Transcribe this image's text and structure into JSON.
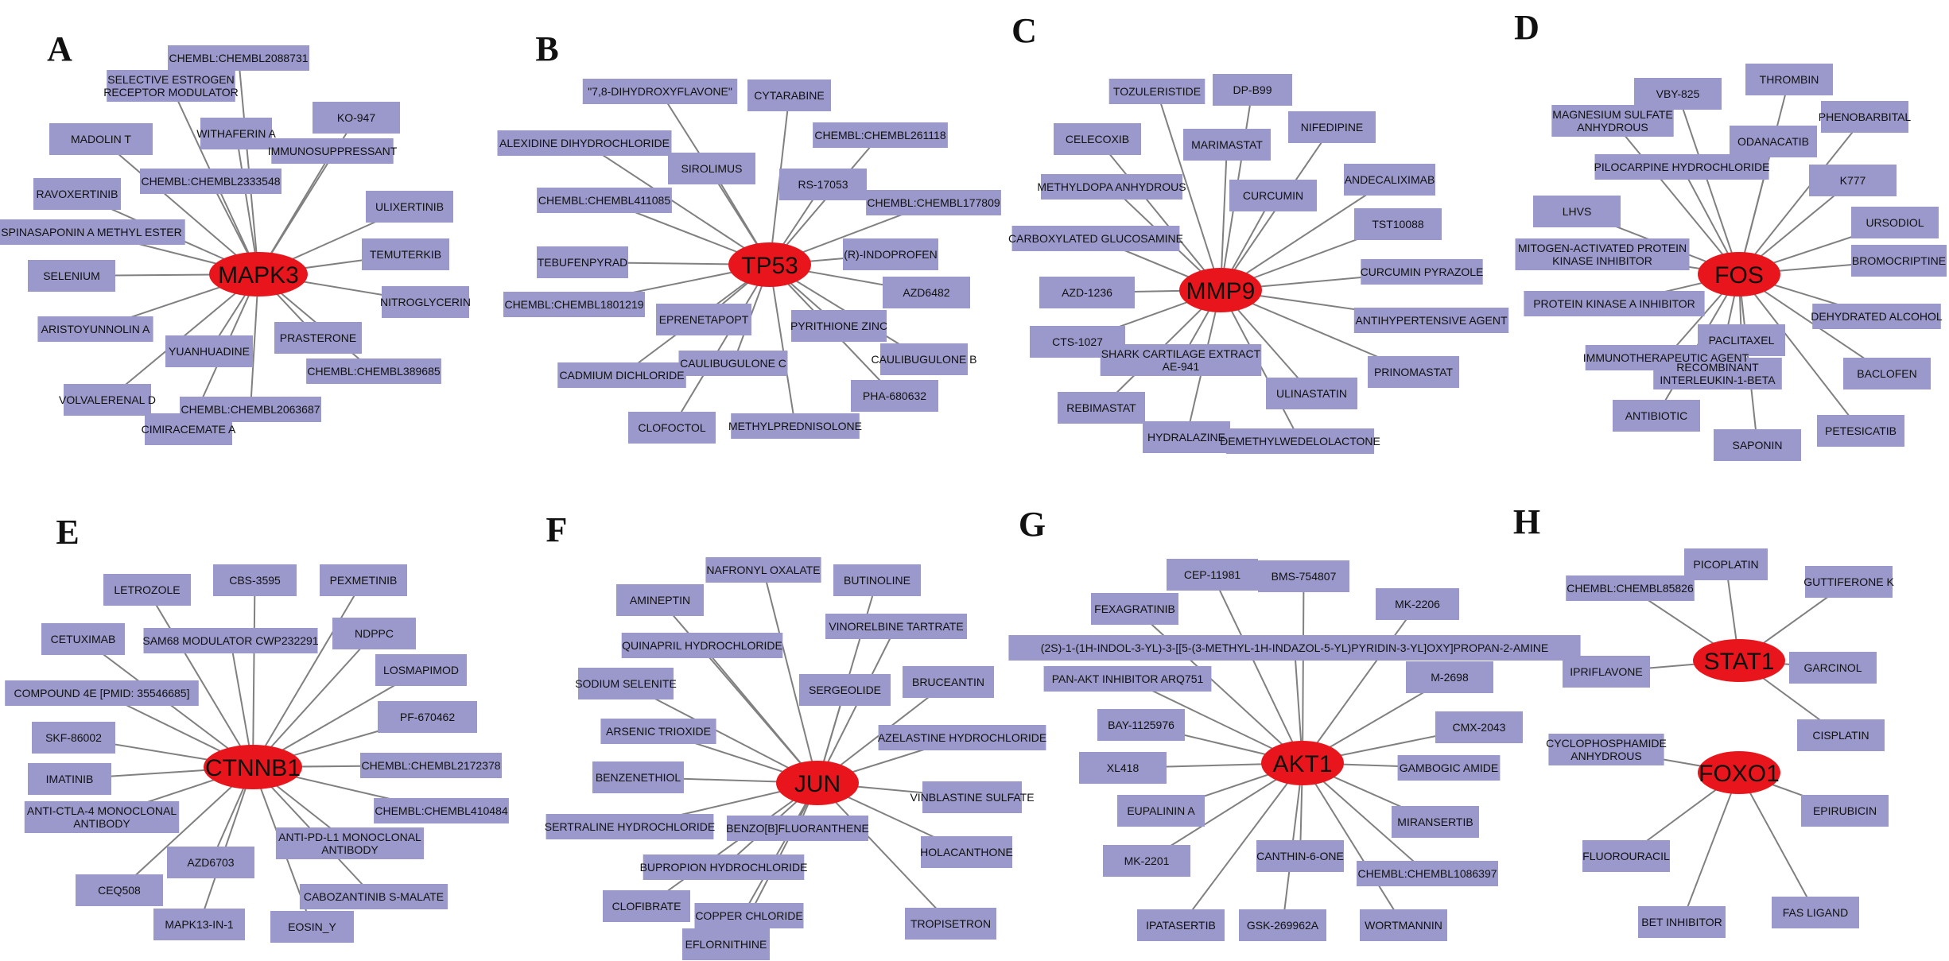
{
  "colors": {
    "drug_fill": "#9b99cb",
    "hub_fill": "#e8161c",
    "edge": "#808080",
    "text": "#111111"
  },
  "panels": [
    {
      "letter": "A",
      "hub": "MAPK3",
      "drugs": [
        [
          "CHEMBL:CHEMBL2088731"
        ],
        [
          "SELECTIVE ESTROGEN",
          "RECEPTOR MODULATOR"
        ],
        [
          "WITHAFERIN A"
        ],
        [
          "KO-947"
        ],
        [
          "MADOLIN T"
        ],
        [
          "IMMUNOSUPPRESSANT"
        ],
        [
          "RAVOXERTINIB"
        ],
        [
          "CHEMBL:CHEMBL2333548"
        ],
        [
          "ULIXERTINIB"
        ],
        [
          "SPINASAPONIN A METHYL ESTER"
        ],
        [
          "TEMUTERKIB"
        ],
        [
          "SELENIUM"
        ],
        [
          "NITROGLYCERIN"
        ],
        [
          "ARISTOYUNNOLIN A"
        ],
        [
          "PRASTERONE"
        ],
        [
          "YUANHUADINE"
        ],
        [
          "CHEMBL:CHEMBL389685"
        ],
        [
          "VOLVALERENAL D"
        ],
        [
          "CHEMBL:CHEMBL2063687"
        ],
        [
          "CIMIRACEMATE A"
        ]
      ]
    },
    {
      "letter": "B",
      "hub": "TP53",
      "drugs": [
        [
          "\"7,8-DIHYDROXYFLAVONE\""
        ],
        [
          "CYTARABINE"
        ],
        [
          "ALEXIDINE DIHYDROCHLORIDE"
        ],
        [
          "CHEMBL:CHEMBL261118"
        ],
        [
          "SIROLIMUS"
        ],
        [
          "RS-17053"
        ],
        [
          "CHEMBL:CHEMBL411085"
        ],
        [
          "CHEMBL:CHEMBL177809"
        ],
        [
          "TEBUFENPYRAD"
        ],
        [
          "(R)-INDOPROFEN"
        ],
        [
          "AZD6482"
        ],
        [
          "CHEMBL:CHEMBL1801219"
        ],
        [
          "EPRENETAPOPT"
        ],
        [
          "PYRITHIONE ZINC"
        ],
        [
          "CAULIBUGULONE B"
        ],
        [
          "CAULIBUGULONE C"
        ],
        [
          "CADMIUM DICHLORIDE"
        ],
        [
          "PHA-680632"
        ],
        [
          "CLOFOCTOL"
        ],
        [
          "METHYLPREDNISOLONE"
        ]
      ]
    },
    {
      "letter": "C",
      "hub": "MMP9",
      "drugs": [
        [
          "DP-B99"
        ],
        [
          "TOZULERISTIDE"
        ],
        [
          "NIFEDIPINE"
        ],
        [
          "CELECOXIB"
        ],
        [
          "MARIMASTAT"
        ],
        [
          "ANDECALIXIMAB"
        ],
        [
          "METHYLDOPA ANHYDROUS"
        ],
        [
          "CURCUMIN"
        ],
        [
          "TST10088"
        ],
        [
          "CARBOXYLATED GLUCOSAMINE"
        ],
        [
          "CURCUMIN PYRAZOLE"
        ],
        [
          "AZD-1236"
        ],
        [
          "ANTIHYPERTENSIVE AGENT"
        ],
        [
          "CTS-1027"
        ],
        [
          "SHARK CARTILAGE EXTRACT",
          "AE-941"
        ],
        [
          "PRINOMASTAT"
        ],
        [
          "REBIMASTAT"
        ],
        [
          "ULINASTATIN"
        ],
        [
          "HYDRALAZINE"
        ],
        [
          "DEMETHYLWEDELOLACTONE"
        ]
      ]
    },
    {
      "letter": "D",
      "hub": "FOS",
      "drugs": [
        [
          "THROMBIN"
        ],
        [
          "VBY-825"
        ],
        [
          "PHENOBARBITAL"
        ],
        [
          "MAGNESIUM SULFATE",
          "ANHYDROUS"
        ],
        [
          "ODANACATIB"
        ],
        [
          "PILOCARPINE HYDROCHLORIDE"
        ],
        [
          "K777"
        ],
        [
          "LHVS"
        ],
        [
          "URSODIOL"
        ],
        [
          "MITOGEN-ACTIVATED PROTEIN",
          "KINASE INHIBITOR"
        ],
        [
          "BROMOCRIPTINE"
        ],
        [
          "PROTEIN KINASE A INHIBITOR"
        ],
        [
          "DEHYDRATED ALCOHOL"
        ],
        [
          "PACLITAXEL"
        ],
        [
          "IMMUNOTHERAPEUTIC AGENT"
        ],
        [
          "RECOMBINANT",
          "INTERLEUKIN-1-BETA"
        ],
        [
          "BACLOFEN"
        ],
        [
          "ANTIBIOTIC"
        ],
        [
          "PETESICATIB"
        ],
        [
          "SAPONIN"
        ]
      ]
    },
    {
      "letter": "E",
      "hub": "CTNNB1",
      "drugs": [
        [
          "CBS-3595"
        ],
        [
          "LETROZOLE"
        ],
        [
          "PEXMETINIB"
        ],
        [
          "SAM68 MODULATOR CWP232291"
        ],
        [
          "NDPPC"
        ],
        [
          "CETUXIMAB"
        ],
        [
          "LOSMAPIMOD"
        ],
        [
          "COMPOUND 4E [PMID: 35546685]"
        ],
        [
          "PF-670462"
        ],
        [
          "SKF-86002"
        ],
        [
          "CHEMBL:CHEMBL2172378"
        ],
        [
          "IMATINIB"
        ],
        [
          "CHEMBL:CHEMBL410484"
        ],
        [
          "ANTI-CTLA-4 MONOCLONAL",
          "ANTIBODY"
        ],
        [
          "ANTI-PD-L1 MONOCLONAL",
          "ANTIBODY"
        ],
        [
          "AZD6703"
        ],
        [
          "CABOZANTINIB S-MALATE"
        ],
        [
          "CEQ508"
        ],
        [
          "MAPK13-IN-1"
        ],
        [
          "EOSIN_Y"
        ]
      ]
    },
    {
      "letter": "F",
      "hub": "JUN",
      "drugs": [
        [
          "NAFRONYL OXALATE"
        ],
        [
          "BUTINOLINE"
        ],
        [
          "AMINEPTIN"
        ],
        [
          "VINORELBINE TARTRATE"
        ],
        [
          "QUINAPRIL HYDROCHLORIDE"
        ],
        [
          "SODIUM SELENITE"
        ],
        [
          "SERGEOLIDE"
        ],
        [
          "BRUCEANTIN"
        ],
        [
          "ARSENIC TRIOXIDE"
        ],
        [
          "AZELASTINE HYDROCHLORIDE"
        ],
        [
          "BENZENETHIOL"
        ],
        [
          "VINBLASTINE SULFATE"
        ],
        [
          "SERTRALINE HYDROCHLORIDE"
        ],
        [
          "BENZO[B]FLUORANTHENE"
        ],
        [
          "HOLACANTHONE"
        ],
        [
          "BUPROPION HYDROCHLORIDE"
        ],
        [
          "CLOFIBRATE"
        ],
        [
          "COPPER CHLORIDE"
        ],
        [
          "TROPISETRON"
        ],
        [
          "EFLORNITHINE"
        ]
      ]
    },
    {
      "letter": "G",
      "hub": "AKT1",
      "drugs": [
        [
          "CEP-11981"
        ],
        [
          "BMS-754807"
        ],
        [
          "FEXAGRATINIB"
        ],
        [
          "MK-2206"
        ],
        [
          "(2S)-1-(1H-INDOL-3-YL)-3-[[5-(3-METHYL-1H-INDAZOL-5-YL)PYRIDIN-3-YL]OXY]PROPAN-2-AMINE"
        ],
        [
          "PAN-AKT INHIBITOR ARQ751"
        ],
        [
          "M-2698"
        ],
        [
          "BAY-1125976"
        ],
        [
          "CMX-2043"
        ],
        [
          "XL418"
        ],
        [
          "GAMBOGIC AMIDE"
        ],
        [
          "EUPALININ A"
        ],
        [
          "MIRANSERTIB"
        ],
        [
          "MK-2201"
        ],
        [
          "CANTHIN-6-ONE"
        ],
        [
          "CHEMBL:CHEMBL1086397"
        ],
        [
          "IPATASERTIB"
        ],
        [
          "GSK-269962A"
        ],
        [
          "WORTMANNIN"
        ]
      ]
    },
    {
      "letter": "H",
      "hubs": [
        "STAT1",
        "FOXO1"
      ],
      "stat1_drugs": [
        [
          "PICOPLATIN"
        ],
        [
          "CHEMBL:CHEMBL85826"
        ],
        [
          "GUTTIFERONE K"
        ],
        [
          "IPRIFLAVONE"
        ],
        [
          "GARCINOL"
        ],
        [
          "CISPLATIN"
        ]
      ],
      "foxo1_drugs": [
        [
          "CYCLOPHOSPHAMIDE",
          "ANHYDROUS"
        ],
        [
          "EPIRUBICIN"
        ],
        [
          "FLUOROURACIL"
        ],
        [
          "BET INHIBITOR"
        ],
        [
          "FAS LIGAND"
        ]
      ]
    }
  ]
}
